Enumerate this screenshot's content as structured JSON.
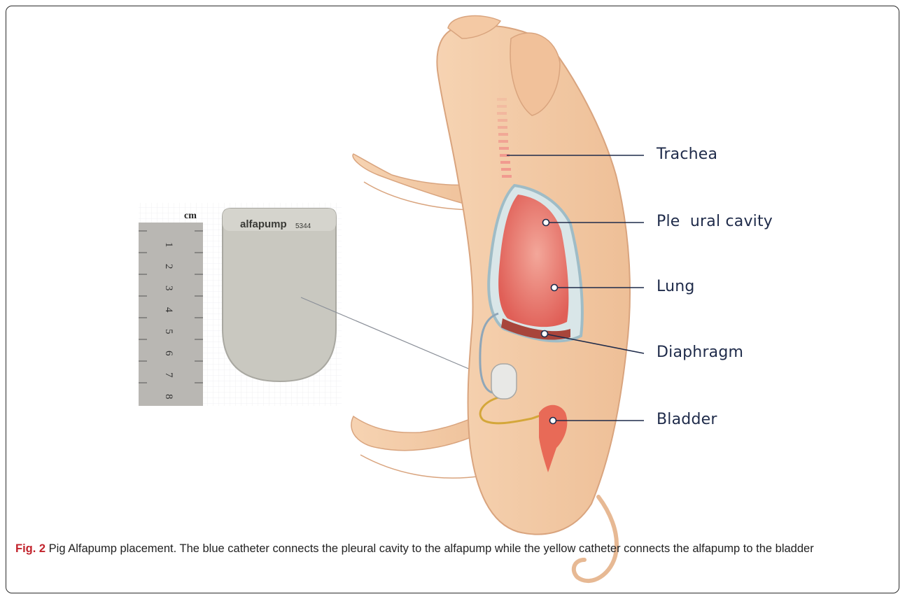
{
  "figure": {
    "labels": {
      "trachea": "Trachea",
      "pleural_cavity": "Ple  ural cavity",
      "lung": "Lung",
      "diaphragm": "Diaphragm",
      "bladder": "Bladder"
    },
    "photo": {
      "unit": "cm",
      "ruler_numbers": [
        "1",
        "2",
        "3",
        "4",
        "5",
        "6",
        "7",
        "8"
      ],
      "device_brand": "alfapump",
      "device_model": "5344"
    }
  },
  "caption": {
    "fig_label": "Fig. 2",
    "text": " Pig Alfapump placement. The blue catheter connects the pleural cavity to the alfapump while the yellow catheter connects the alfapump to the bladder"
  },
  "colors": {
    "pig_skin": "#f3c9a3",
    "pig_outline": "#d9a47e",
    "lung": "#e8685f",
    "pleura": "#9fbcc6",
    "label_text": "#1f2b4a",
    "fig_label": "#c2232c"
  }
}
